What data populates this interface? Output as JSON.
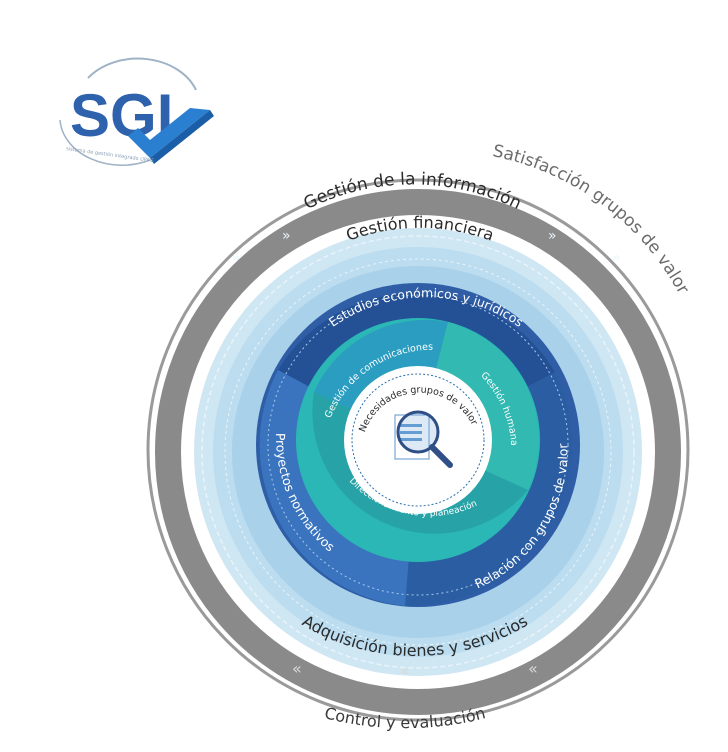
{
  "logo": {
    "text": "SGI",
    "tagline": "sistema de gestión integrado UPME"
  },
  "outer_ring": {
    "top_label": "Satisfacción grupos de valor",
    "bottom_label": "Control y evaluación"
  },
  "ring_labels": {
    "gestion_informacion": "Gestión de la información",
    "gestion_financiera": "Gestión financiera",
    "adquisicion": "Adquisición bienes y servicios"
  },
  "middle_segments": {
    "estudios": "Estudios económicos y jurídicos",
    "relacion": "Relación con grupos de valor",
    "proyectos": "Proyectos normativos"
  },
  "inner_segments": {
    "comunicaciones": "Gestión de comunicaciones",
    "humana": "Gestión humana",
    "direccionamiento": "Direccionamiento y planeación"
  },
  "center": {
    "label": "Necesidades grupos de valor",
    "icon": "magnifier-document-icon"
  },
  "colors": {
    "outer_gray": "#8a8a8a",
    "pale_blue": "#cfe6f3",
    "light_blue": "#a9d1ea",
    "mid_blue": "#6fa9d8",
    "deep_blue": "#2f5ea7",
    "teal": "#2bb7b5",
    "navy": "#234a86"
  }
}
